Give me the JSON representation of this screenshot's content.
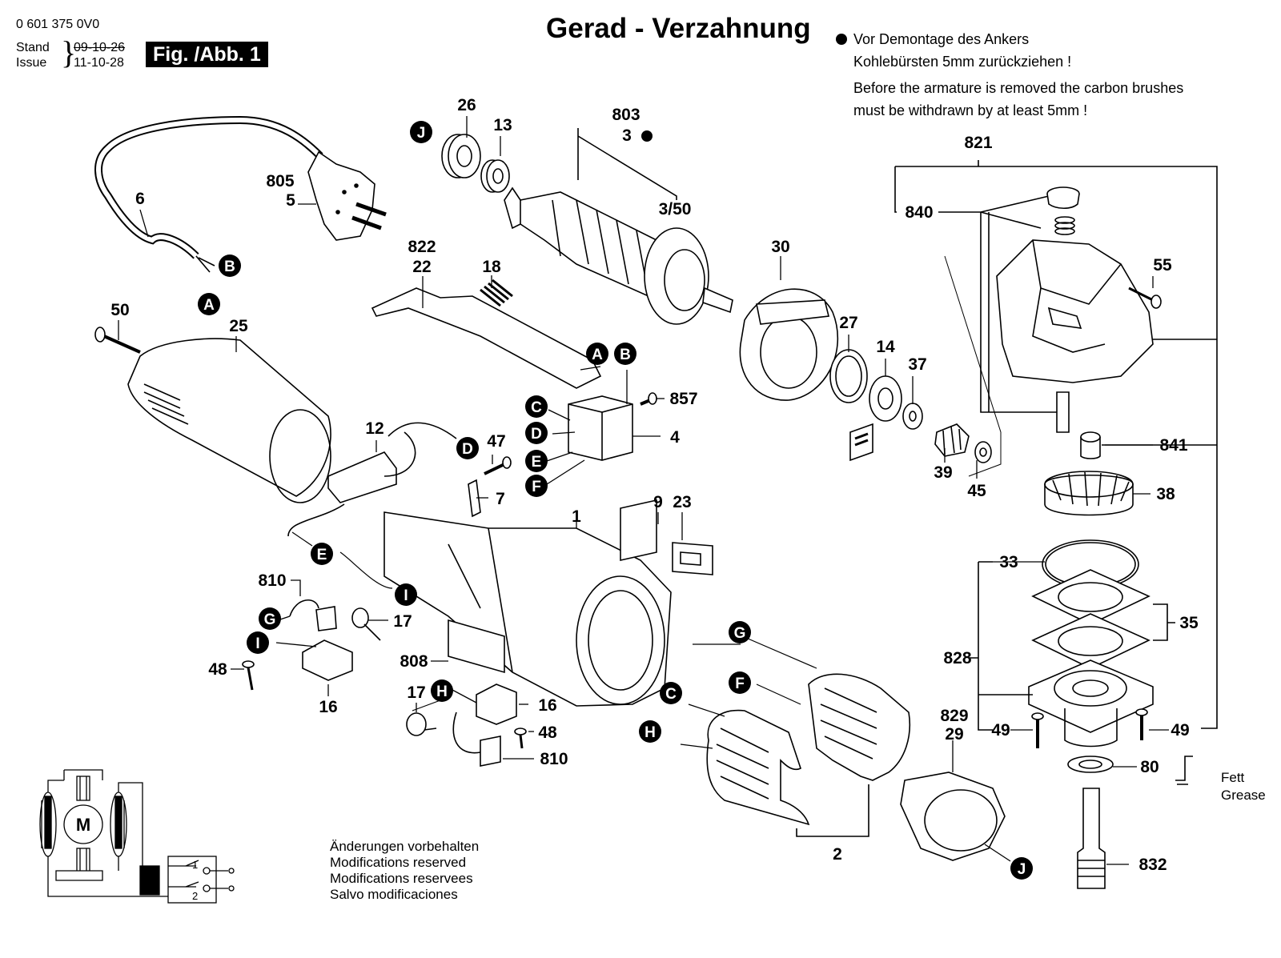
{
  "header": {
    "part_number": "0 601 375 0V0",
    "stand_label": "Stand",
    "issue_label": "Issue",
    "stand_date_old": "09-10-26",
    "issue_date": "11-10-28",
    "figure_label": "Fig. /Abb. 1"
  },
  "title": "Gerad - Verzahnung",
  "note": {
    "de_line1": "Vor Demontage des Ankers",
    "de_line2": "Kohlebürsten 5mm zurückziehen !",
    "en_line1": "Before the armature is removed the carbon brushes",
    "en_line2": "must be withdrawn by at least 5mm !"
  },
  "modifications": [
    "Änderungen vorbehalten",
    "Modifications reserved",
    "Modifications reservees",
    "Salvo modificaciones"
  ],
  "grease_note": {
    "de": "Fett",
    "en": "Grease"
  },
  "part_labels": {
    "p26": "26",
    "p13": "13",
    "p803": "803",
    "p3": "3",
    "p3_50": "3/50",
    "p805": "805",
    "p5": "5",
    "p6": "6",
    "p822": "822",
    "p22": "22",
    "p18": "18",
    "p30": "30",
    "p821": "821",
    "p840": "840",
    "p55": "55",
    "p50": "50",
    "p25": "25",
    "p27": "27",
    "p14": "14",
    "p37": "37",
    "p857": "857",
    "p4": "4",
    "p12": "12",
    "p47": "47",
    "p7": "7",
    "p39": "39",
    "p45": "45",
    "p841": "841",
    "p38": "38",
    "p1": "1",
    "p9": "9",
    "p23": "23",
    "p33": "33",
    "p35": "35",
    "p810a": "810",
    "p17a": "17",
    "p48a": "48",
    "p16a": "16",
    "p808": "808",
    "p828": "828",
    "p17b": "17",
    "p16b": "16",
    "p48b": "48",
    "p810b": "810",
    "p829": "829",
    "p29": "29",
    "p49a": "49",
    "p49b": "49",
    "p80": "80",
    "p2": "2",
    "p832": "832"
  },
  "connector_markers": [
    "A",
    "B",
    "C",
    "D",
    "E",
    "F",
    "G",
    "H",
    "I",
    "J"
  ],
  "schematic": {
    "motor": "M",
    "switch_pos1": "1",
    "switch_pos2": "2"
  }
}
